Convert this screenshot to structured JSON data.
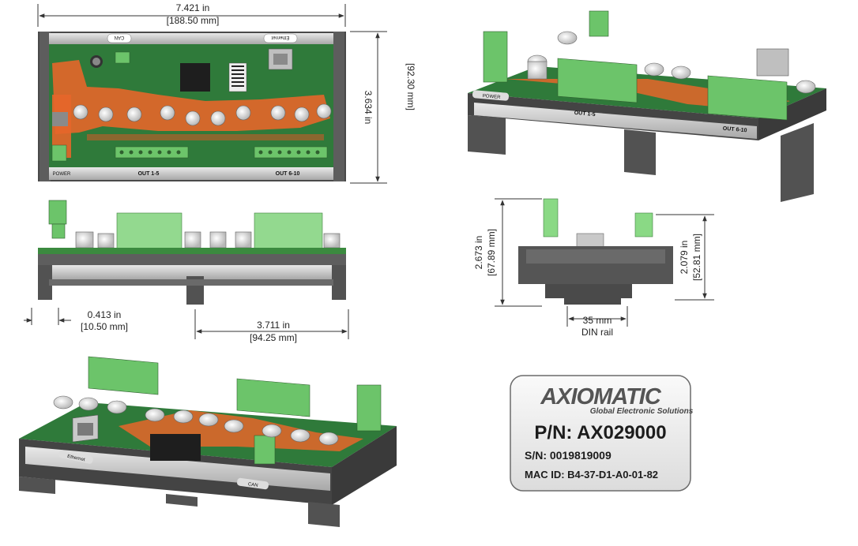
{
  "dimensions": {
    "width_top": "7.421 in",
    "width_top_mm": "[188.50 mm]",
    "height_top": "3.634 in",
    "height_top_mm": "[92.30 mm]",
    "side_height": "2.673 in",
    "side_height_mm": "[67.89 mm]",
    "rail_height": "2.079 in",
    "rail_height_mm": "[52.81 mm]",
    "offset": "0.413 in",
    "offset_mm": "[10.50 mm]",
    "foot_spacing": "3.711 in",
    "foot_spacing_mm": "[94.25 mm]",
    "din_width": "35 mm",
    "din_label": "DIN rail"
  },
  "board_labels": {
    "power": "POWER",
    "out_1_5": "OUT 1-5",
    "out_6_10": "OUT 6-10",
    "can": "CAN",
    "ethernet": "Ethernet"
  },
  "label_plate": {
    "brand": "AXIOMATIC",
    "tagline": "Global Electronic Solutions",
    "part_number": "P/N: AX029000",
    "serial_number": "S/N: 0019819009",
    "mac_id": "MAC ID: B4-37-D1-A0-01-82"
  },
  "colors": {
    "pcb": "#2f7a3a",
    "copper": "#e6662a",
    "connector": "#6cc46a",
    "housing": "#6a6a6a",
    "housing_light": "#bfbfbf"
  }
}
